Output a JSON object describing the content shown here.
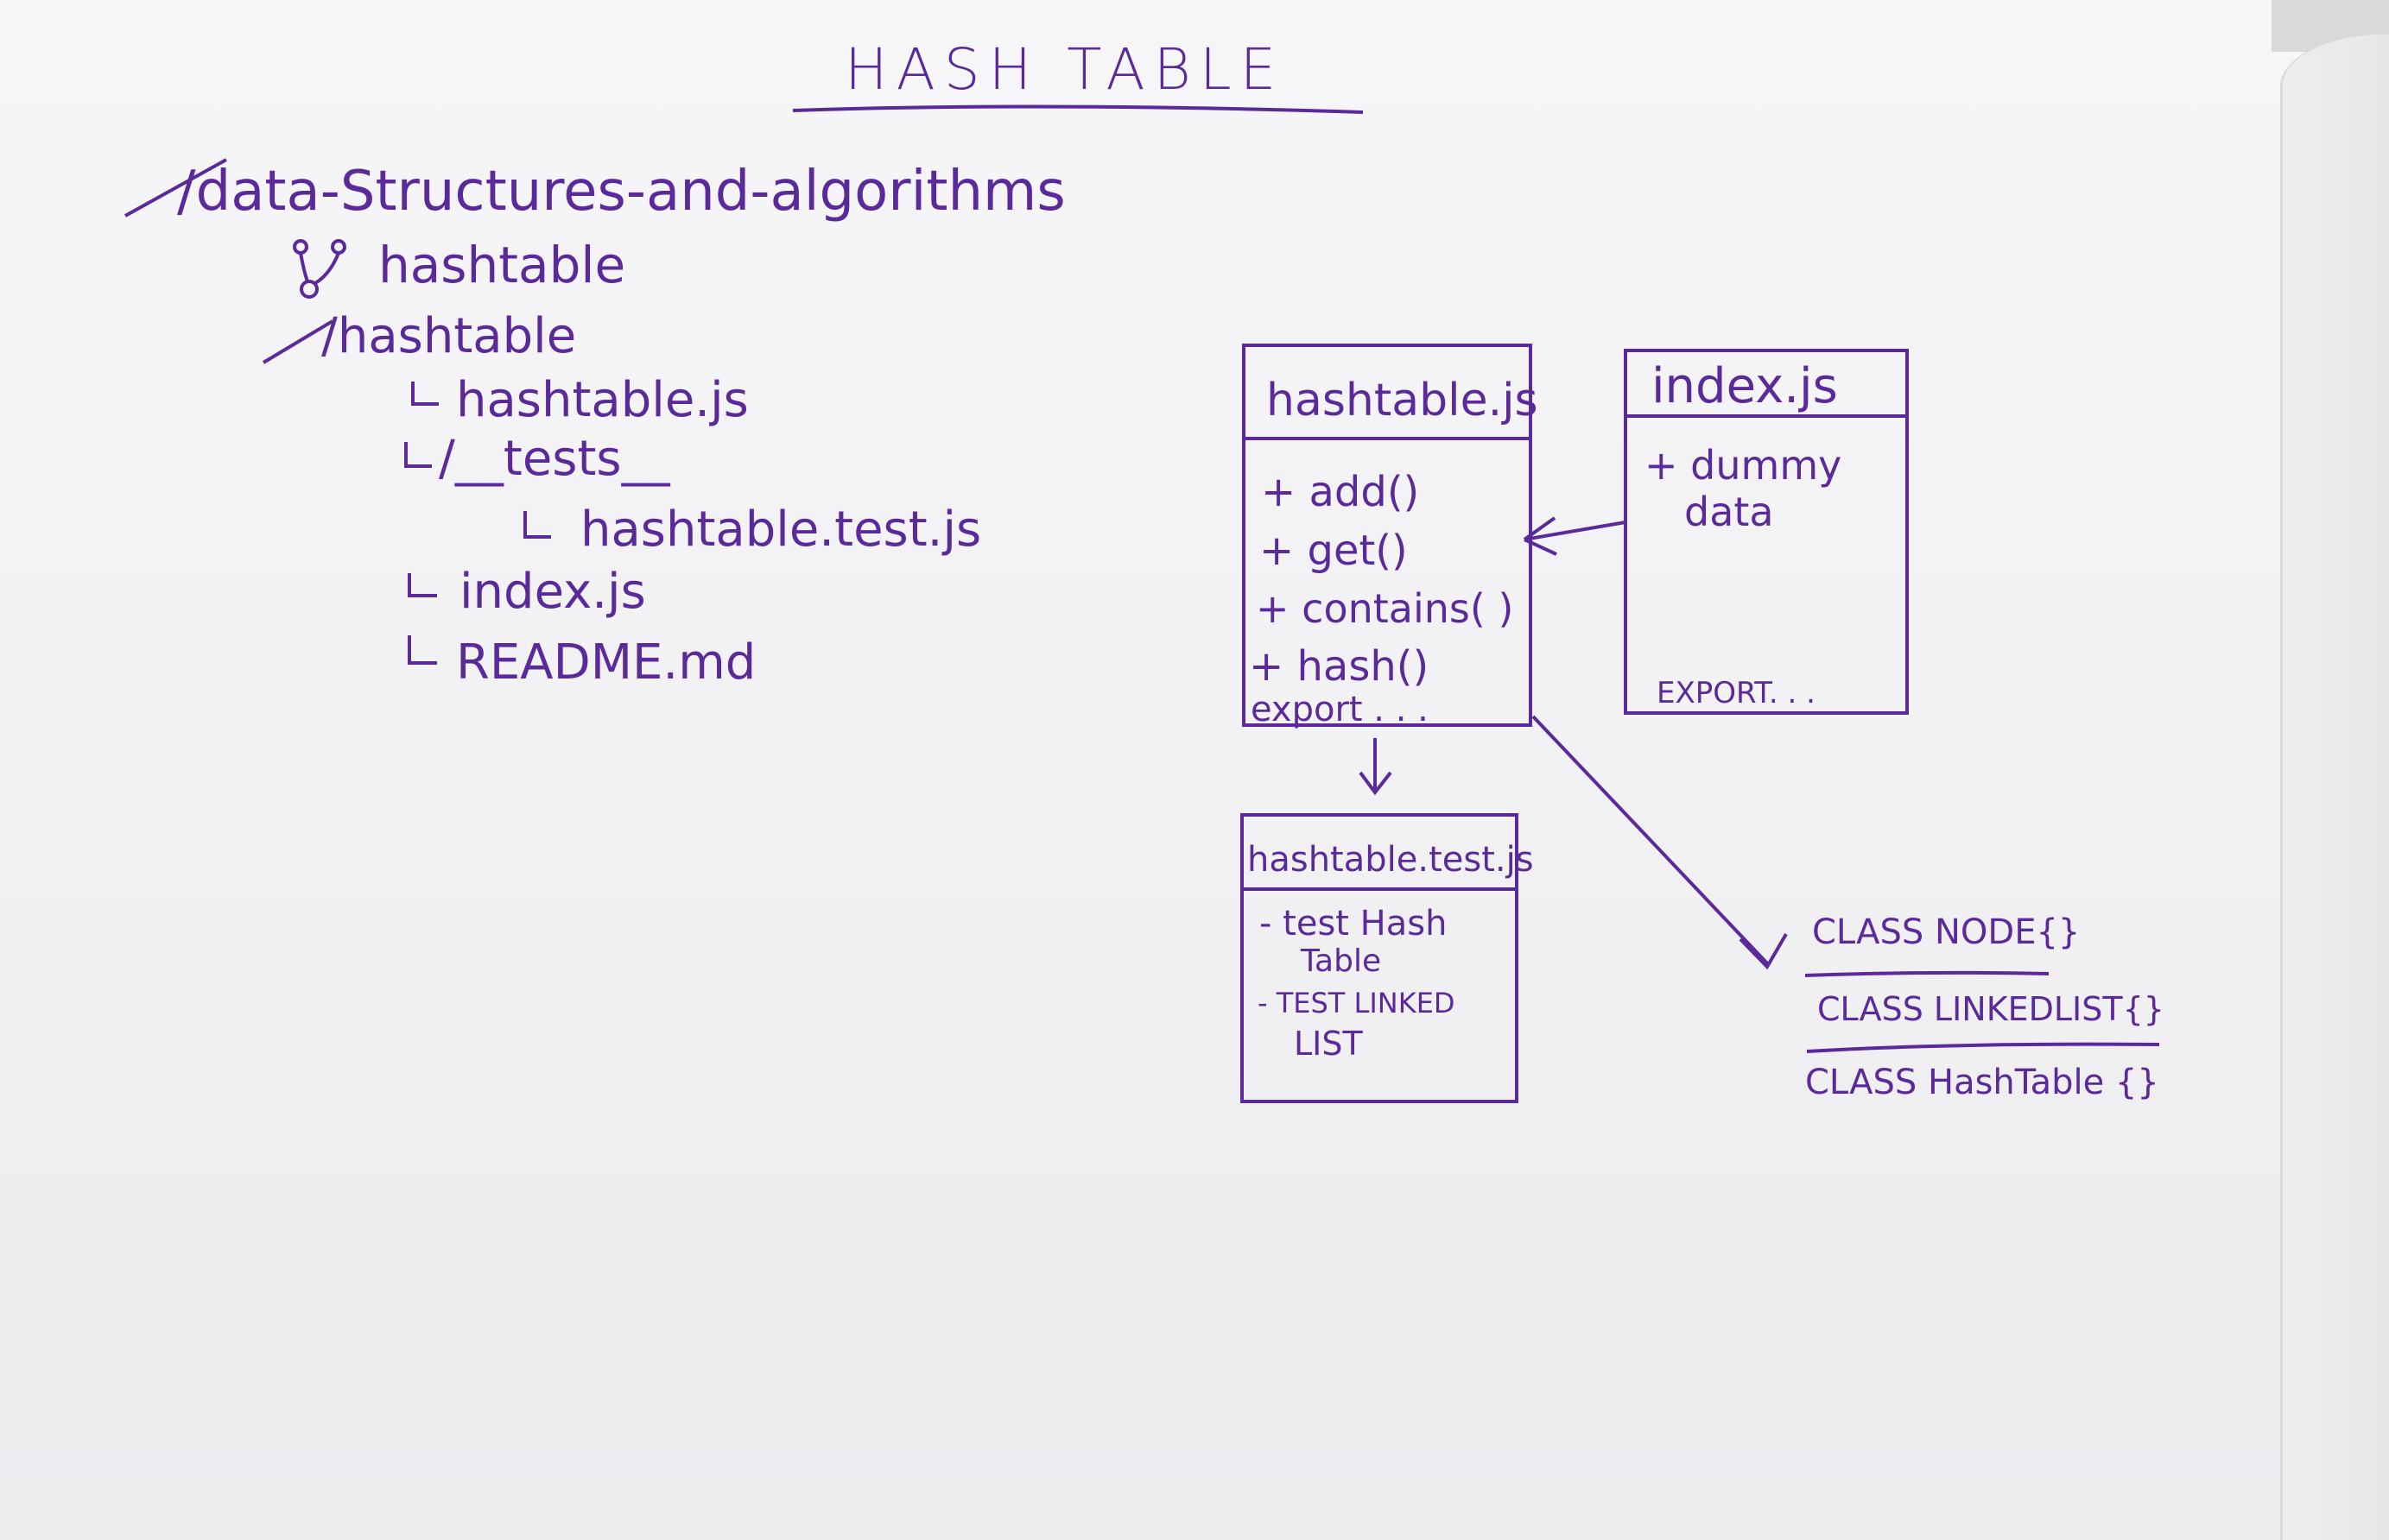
{
  "title": "HASH TABLE",
  "tree": {
    "root": "/data-Structures-and-algorithms",
    "branch": "hashtable",
    "folder": "/hashtable",
    "items": [
      "hashtable.js",
      "/__tests__",
      "hashtable.test.js",
      "index.js",
      "README.md"
    ]
  },
  "boxes": {
    "hashtable": {
      "title": "hashtable.js",
      "methods": [
        "+ add()",
        "+ get()",
        "+ contains( )",
        "+ hash()"
      ],
      "footer": "export . . ."
    },
    "index": {
      "title": "index.js",
      "body_line1": "+ dummy",
      "body_line2": "data",
      "footer": "EXPORT. . ."
    },
    "test": {
      "title": "hashtable.test.js",
      "item1_line1": "- test Hash",
      "item1_line2": "Table",
      "item2_line1": "- TEST LINKED",
      "item2_line2": "LIST"
    }
  },
  "classes": [
    "CLASS NODE{}",
    "CLASS LINKEDLIST{}",
    "CLASS HashTable {}"
  ],
  "colors": {
    "ink": "#5b2a9a",
    "paper": "#f3f3f5"
  }
}
